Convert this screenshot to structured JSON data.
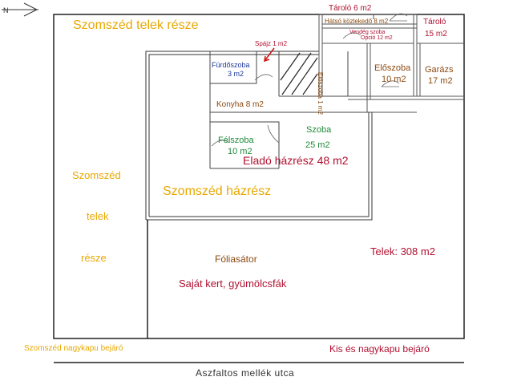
{
  "labels": {
    "neighbor_plot_top": "Szomszéd telek  része",
    "neighbor_plot_left_1": "Szomszéd",
    "neighbor_plot_left_2": "telek",
    "neighbor_plot_left_3": "része",
    "pantry": "Spájz 1 m2",
    "bathroom_1": "Fürdőszoba",
    "bathroom_2": "3 m2",
    "corridor_small": "Előszoba 1 m2",
    "storage_top": "Tároló 6 m2",
    "rear_corridor": "Hátsó közlekedő 8 m2",
    "guest_room_1": "Vendég szoba",
    "guest_room_2": "Opció 12 m2",
    "storage_right_1": "Tároló",
    "storage_right_2": "15 m2",
    "hall_1": "Előszoba",
    "hall_2": "10 m2",
    "garage_1": "Garázs",
    "garage_2": "17 m2",
    "kitchen": "Konyha 8 m2",
    "half_room_1": "Félszoba",
    "half_room_2": "10 m2",
    "room_1": "Szoba",
    "room_2": "25 m2",
    "house_for_sale": "Eladó házrész 48 m2",
    "neighbor_house": "Szomszéd házrész",
    "plot_area": "Telek: 308 m2",
    "foil_tent": "Fóliasátor",
    "own_garden": "Saját kert, gyümölcsfák",
    "neighbor_gate": "Szomszéd nagykapu bejáró",
    "own_gate": "Kis és nagykapu bejáró",
    "street": "Aszfaltos mellék utca"
  },
  "colors": {
    "wall": "#222222",
    "wall_light": "#888888",
    "yellow_label": "#e8a800",
    "brown_label": "#8b4a10",
    "green_label": "#1f8a3a",
    "blue_label": "#1f3a9a",
    "red_label": "#b01030",
    "arrow_red": "#cc1111"
  },
  "icons": {
    "compass": "north-arrow-icon"
  }
}
